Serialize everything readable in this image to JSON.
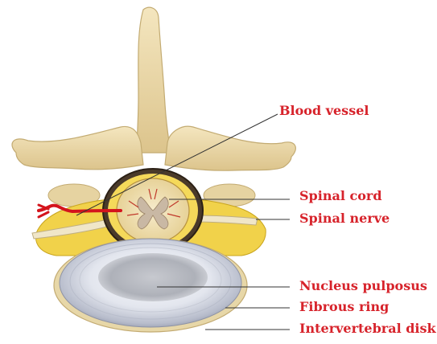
{
  "labels": {
    "blood_vessel": "Blood vessel",
    "spinal_cord": "Spinal cord",
    "spinal_nerve": "Spinal nerve",
    "nucleus_pulposus": "Nucleus pulposus",
    "fibrous_ring": "Fibrous ring",
    "intervertebral_disk": "Intervertebral disk"
  },
  "colors": {
    "label_text": "#d7232b",
    "leader_line": "#333333",
    "bone": "#ecdcb0",
    "bone_shadow": "#c9b27a",
    "fat": "#f1d24a",
    "cord": "#f2e6c2",
    "vessel": "#d4141c",
    "disk": "#dde0ea",
    "nucleus": "#b9bcc4"
  }
}
